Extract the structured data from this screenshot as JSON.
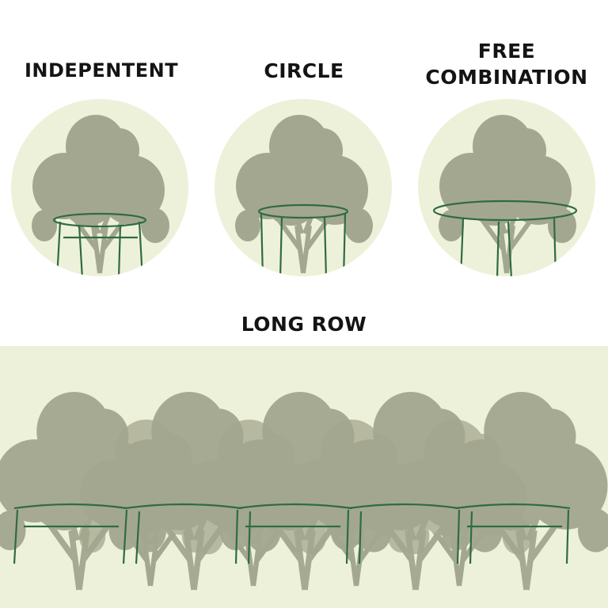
{
  "labels": {
    "independent": "INDEPENTENT",
    "circle": "CIRCLE",
    "free_line1": "FREE",
    "free_line2": "COMBINATION",
    "long_row": "LONG ROW"
  },
  "colors": {
    "background_tint": "#eef1d9",
    "shadow": "#a4a78f",
    "shadow_light": "#b6b9a0",
    "wire": "#2f6b45",
    "text": "#141414"
  }
}
